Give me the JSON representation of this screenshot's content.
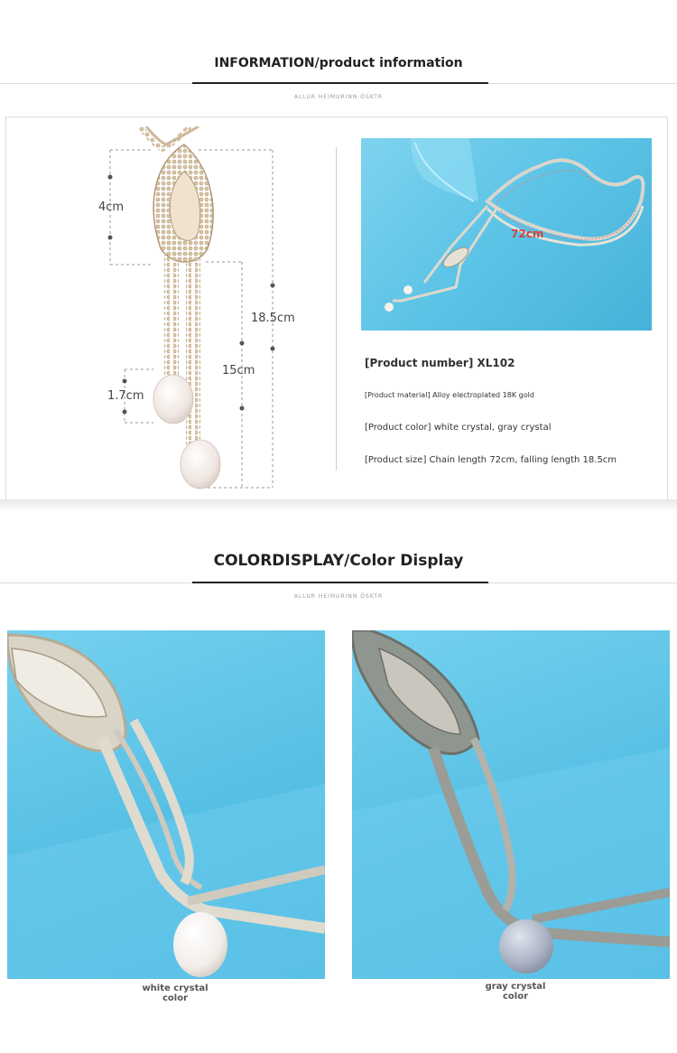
{
  "info": {
    "title": "INFORMATION/product information",
    "subtitle": "ALLUR HEIMURINN ÖSKTR"
  },
  "dimensions": {
    "top": "4cm",
    "total": "18.5cm",
    "inner": "15cm",
    "pearl": "1.7cm",
    "chain": "72cm"
  },
  "specs": {
    "number": "[Product number] XL102",
    "material": "[Product material] Alloy electroplated 18K gold",
    "color": "[Product color] white crystal, gray crystal",
    "size": "[Product size] Chain length 72cm, falling length 18.5cm"
  },
  "colordisplay": {
    "title": "COLORDISPLAY/Color Display",
    "subtitle": "ALLUR HEIMURINN ÖSKTR",
    "left_caption_1": "white crystal",
    "left_caption_2": "color",
    "right_caption_1": "gray crystal",
    "right_caption_2": "color"
  },
  "colors": {
    "backdrop_blue": "#5bc3e6",
    "accent_red": "#d0453f",
    "pearl_white": "#f2ede9",
    "pearl_gray": "#a9b1c2"
  }
}
